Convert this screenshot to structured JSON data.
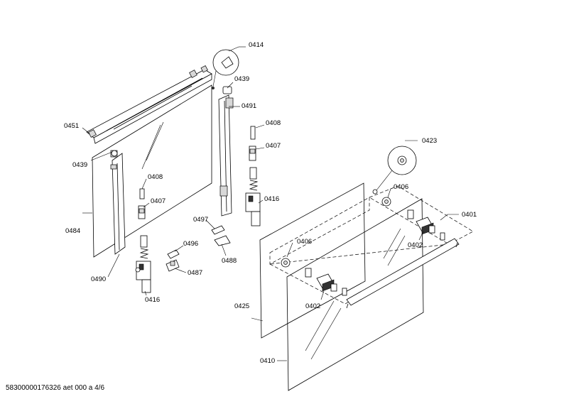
{
  "labels": {
    "l0414": "0414",
    "l0439a": "0439",
    "l0491": "0491",
    "l0408a": "0408",
    "l0407a": "0407",
    "l0451": "0451",
    "l0439b": "0439",
    "l0408b": "0408",
    "l0407b": "0407",
    "l0416a": "0416",
    "l0484": "0484",
    "l0497": "0497",
    "l0496": "0496",
    "l0488": "0488",
    "l0487": "0487",
    "l0490": "0490",
    "l0416b": "0416",
    "l0423": "0423",
    "l0406a": "0406",
    "l0401": "0401",
    "l0402a": "0402",
    "l0406b": "0406",
    "l0402b": "0402",
    "l0425": "0425",
    "l0410": "0410"
  },
  "footer": "58300000176326 aet 000 a 4/6"
}
